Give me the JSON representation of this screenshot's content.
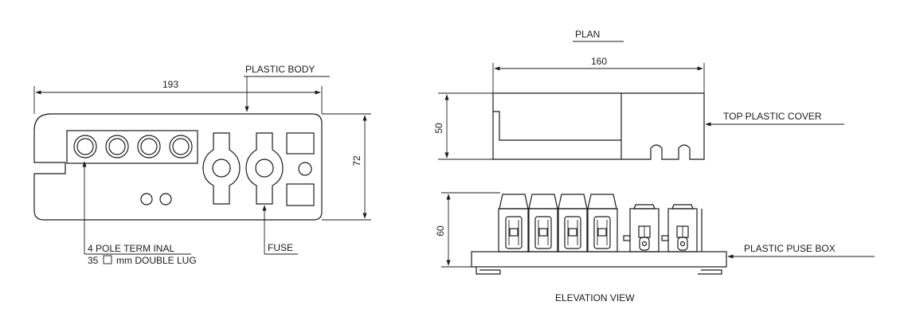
{
  "plan_view": {
    "title": "PLAN",
    "width_dim": "160",
    "height_dim": "50",
    "cover_label": "TOP PLASTIC COVER"
  },
  "side_view": {
    "length_dim": "193",
    "height_dim": "72",
    "body_label": "PLASTIC BODY",
    "terminal_label_line1": "4 POLE TERM INAL",
    "terminal_label_line2_prefix": "35",
    "terminal_label_line2_suffix": "mm DOUBLE LUG",
    "fuse_label": "FUSE"
  },
  "elevation_view": {
    "title": "ELEVATION VIEW",
    "height_dim": "60",
    "box_label": "PLASTIC PUSE BOX"
  }
}
